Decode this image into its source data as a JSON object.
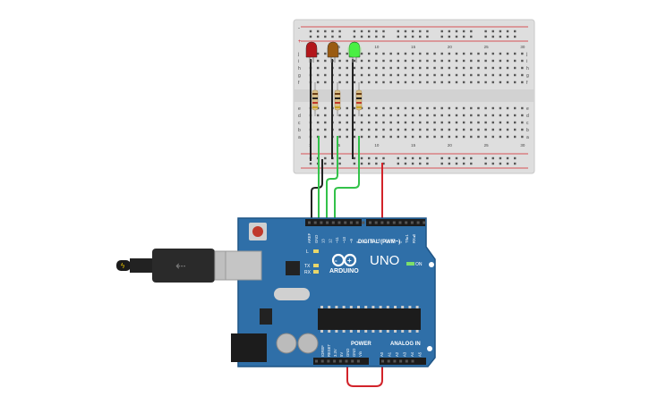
{
  "breadboard": {
    "rows_top": [
      "j",
      "i",
      "h",
      "g",
      "f"
    ],
    "rows_bottom": [
      "e",
      "d",
      "c",
      "b",
      "a"
    ],
    "col_labels": [
      "1",
      "5",
      "10",
      "15",
      "20",
      "25",
      "30"
    ],
    "rail_plus": "+",
    "rail_minus": "-"
  },
  "leds": [
    {
      "name": "red-led",
      "color": "#b3161b"
    },
    {
      "name": "orange-led",
      "color": "#9a5b12"
    },
    {
      "name": "green-led",
      "color": "#2ee62e"
    }
  ],
  "arduino": {
    "logo_text": "ARDUINO",
    "model": "UNO",
    "digital_label": "DIGITAL (PWM~)",
    "power_label": "POWER",
    "analog_label": "ANALOG IN",
    "on_label": "ON",
    "l_label": "L",
    "tx_label": "TX",
    "rx_label": "RX",
    "digital_pins": [
      "AREF",
      "GND",
      "13",
      "12",
      "~11",
      "~10",
      "~9",
      "8",
      "7",
      "~6",
      "~5",
      "4",
      "~3",
      "2",
      "TX▸1",
      "RX◂0"
    ],
    "power_pins": [
      "IOREF",
      "RESET",
      "3.3V",
      "5V",
      "GND",
      "GND",
      "Vin"
    ],
    "analog_pins": [
      "A0",
      "A1",
      "A2",
      "A3",
      "A4",
      "A5"
    ]
  },
  "colors": {
    "board_blue": "#2f6fa8",
    "board_edge": "#1f5586",
    "wire_green": "#33c24a",
    "wire_black": "#222222",
    "wire_red": "#d2232a",
    "rail_red": "#d2232a"
  }
}
